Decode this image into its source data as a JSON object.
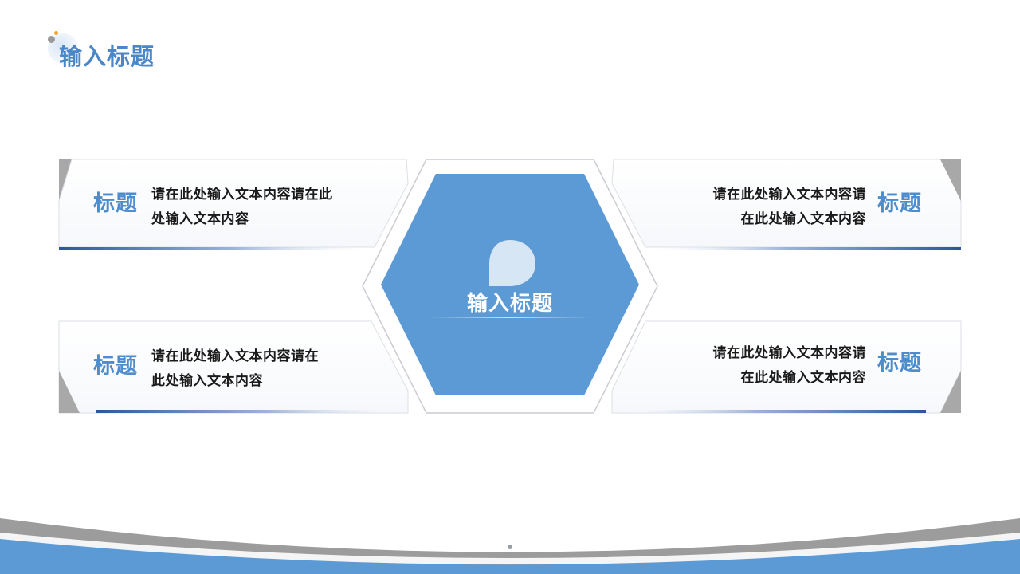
{
  "header": {
    "title": "输入标题"
  },
  "center": {
    "title": "输入标题"
  },
  "cards": [
    {
      "title": "标题",
      "lines": [
        "请在此处输入文本内容请在此",
        "处输入文本内容"
      ]
    },
    {
      "title": "标题",
      "lines": [
        "请在此处输入文本内容请",
        "在此处输入文本内容"
      ]
    },
    {
      "title": "标题",
      "lines": [
        "请在此处输入文本内容请在",
        "此处输入文本内容"
      ]
    },
    {
      "title": "标题",
      "lines": [
        "请在此处输入文本内容请",
        "在此处输入文本内容"
      ]
    }
  ],
  "colors": {
    "accent": "#4d8ccd",
    "hexagon": "#5b9ad5",
    "bar": "#3a5fa8",
    "gray_wedge": "#a8a8a8",
    "bottom_wave_blue": "#5b9ad5",
    "bottom_wave_gray": "#9c9c9c"
  }
}
